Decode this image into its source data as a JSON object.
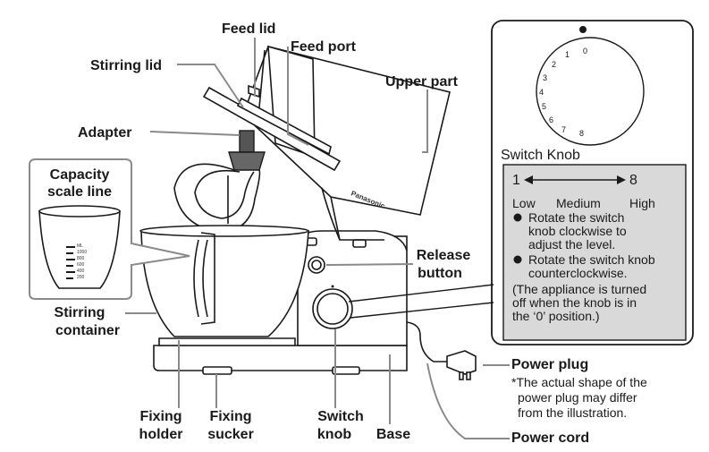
{
  "labels": {
    "feed_lid": "Feed lid",
    "feed_port": "Feed port",
    "stirring_lid": "Stirring lid",
    "upper_part": "Upper part",
    "adapter": "Adapter",
    "capacity_line1": "Capacity",
    "capacity_line2": "scale line",
    "release_line1": "Release",
    "release_line2": "button",
    "stirring_container_line1": "Stirring",
    "stirring_container_line2": "container",
    "power_plug": "Power plug",
    "power_cord": "Power cord",
    "fixing_holder_line1": "Fixing",
    "fixing_holder_line2": "holder",
    "fixing_sucker_line1": "Fixing",
    "fixing_sucker_line2": "sucker",
    "switch_knob_line1": "Switch",
    "switch_knob_line2": "knob",
    "base": "Base"
  },
  "brand": "Panasonic",
  "plug_note": [
    "*The actual shape of the",
    "power plug may differ",
    "from the illustration."
  ],
  "knob_panel": {
    "dial_numbers": [
      "0",
      "1",
      "2",
      "3",
      "4",
      "5",
      "6",
      "7",
      "8"
    ],
    "title": "Switch Knob",
    "range_start": "1",
    "range_end": "8",
    "level_low": "Low",
    "level_medium": "Medium",
    "level_high": "High",
    "bullet1": [
      "Rotate the switch",
      "knob clockwise to",
      "adjust the level."
    ],
    "bullet2": [
      "Rotate the switch knob",
      "counterclockwise."
    ],
    "paren_note": [
      "(The appliance is turned",
      "off when the knob is in",
      "the ‘0’ position.)"
    ]
  },
  "scale_marks": [
    "ML",
    "1000",
    "800",
    "600",
    "400",
    "200"
  ],
  "colors": {
    "ink": "#1a1a1a",
    "leader": "#8a8a8a",
    "panel_fill": "#d9d9d9"
  }
}
